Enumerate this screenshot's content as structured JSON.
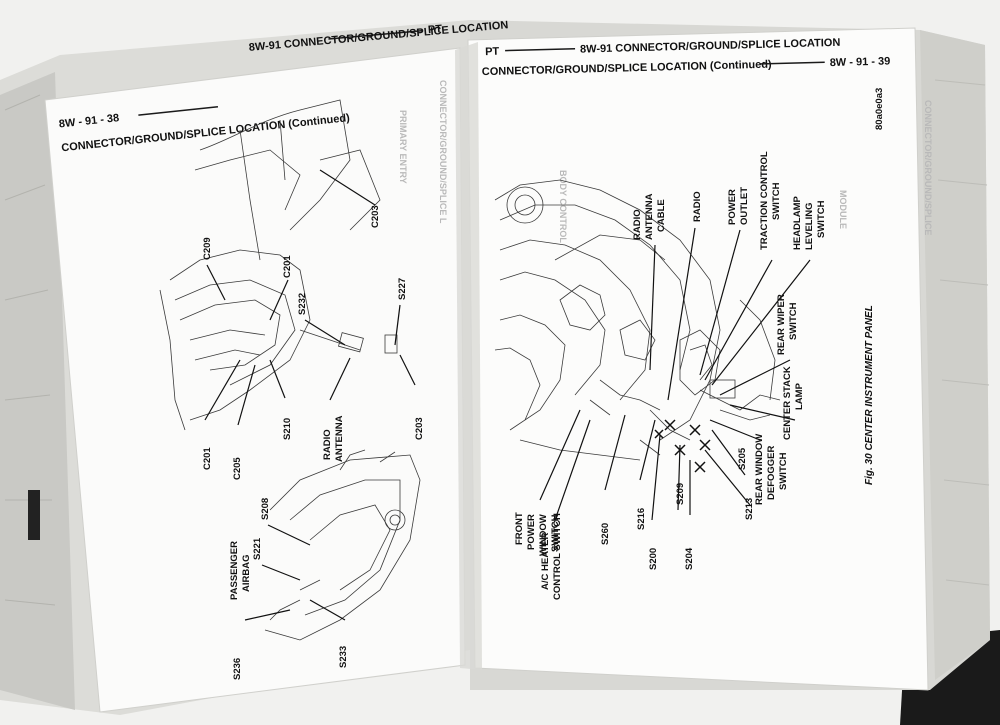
{
  "left_page": {
    "header_right": "8W-91 CONNECTOR/GROUND/SPLICE LOCATION",
    "header_tag": "PT",
    "page_number": "8W - 91 - 38",
    "section_title": "CONNECTOR/GROUND/SPLICE LOCATION (Continued)",
    "callouts": [
      "C209",
      "C201",
      "S232",
      "S227",
      "C203",
      "S210",
      "RADIO",
      "ANTENNA",
      "C201",
      "C205",
      "S221",
      "S208",
      "PASSENGER",
      "AIRBAG",
      "S236",
      "S233"
    ]
  },
  "right_page": {
    "header_tag": "PT",
    "header_title": "8W-91 CONNECTOR/GROUND/SPLICE LOCATION",
    "section_title": "CONNECTOR/GROUND/SPLICE LOCATION (Continued)",
    "page_number": "8W - 91 - 39",
    "callouts": [
      "RADIO",
      "ANTENNA",
      "CABLE",
      "RADIO",
      "POWER",
      "OUTLET",
      "TRACTION CONTROL",
      "SWITCH",
      "HEADLAMP",
      "LEVELING",
      "SWITCH",
      "REAR WIPER",
      "SWITCH",
      "CENTER STACK",
      "LAMP",
      "REAR WINDOW",
      "DEFOGGER",
      "SWITCH",
      "S205",
      "S213",
      "S204",
      "S209",
      "S200",
      "S216",
      "S260",
      "FRONT",
      "POWER",
      "WINDOW",
      "SWITCH",
      "A/C HEATER",
      "CONTROL SWITCH"
    ],
    "figure_caption": "Fig. 30 CENTER INSTRUMENT PANEL",
    "code": "80a0e0a3"
  }
}
